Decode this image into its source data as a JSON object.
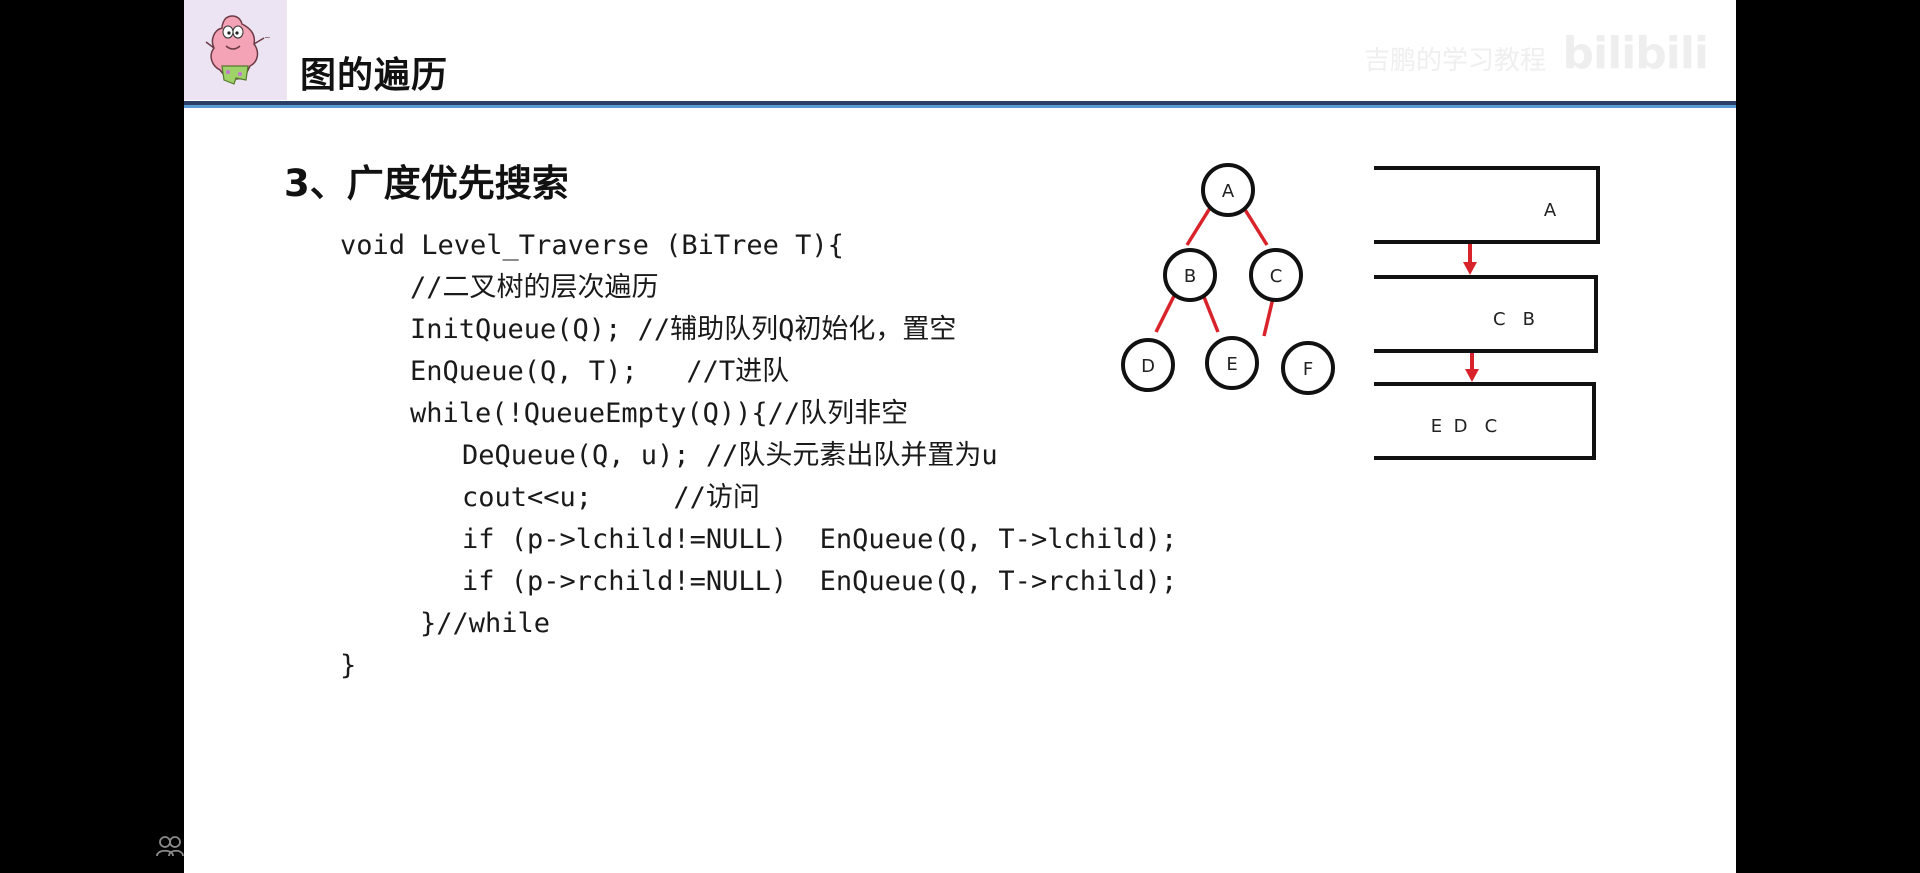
{
  "header": {
    "title": "图的遍历",
    "watermark": "bilibili",
    "watermark_caption": "吉鹏的学习教程"
  },
  "section": {
    "heading": "3、广度优先搜索"
  },
  "code_lines": [
    "void Level_Traverse (BiTree T){",
    "//二叉树的层次遍历",
    "InitQueue(Q); //辅助队列Q初始化，置空",
    "EnQueue(Q, T);   //T进队",
    "while(!QueueEmpty(Q)){//队列非空",
    "DeQueue(Q, u); //队头元素出队并置为u",
    "cout<<u;     //访问",
    "if (p->lchild!=NULL)  EnQueue(Q, T->lchild);",
    "if (p->rchild!=NULL)  EnQueue(Q, T->rchild);",
    "}//while",
    "}"
  ],
  "tree": {
    "nodes": [
      "A",
      "B",
      "C",
      "D",
      "E",
      "F"
    ],
    "edges": [
      [
        "A",
        "B"
      ],
      [
        "A",
        "C"
      ],
      [
        "B",
        "D"
      ],
      [
        "B",
        "E"
      ],
      [
        "C",
        "F"
      ]
    ]
  },
  "queue_states": [
    "A",
    "C   B",
    "E  D   C"
  ],
  "colors": {
    "edge": "#d9232b",
    "arrow": "#d9232b",
    "header_rule_dark": "#2a3f66",
    "header_rule_light": "#5b9bd5",
    "avatar_bg": "#ece4f3"
  },
  "icons": {
    "avatar": "patrick-star-avatar",
    "corner": "people-icon"
  }
}
